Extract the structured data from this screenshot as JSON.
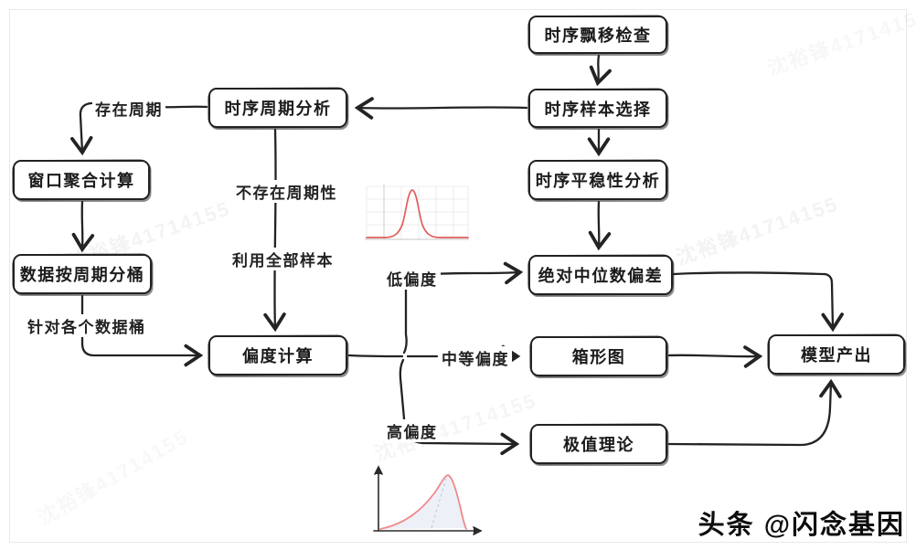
{
  "canvas": {
    "brand": "头条 @闪念基因",
    "watermark": "沈裕锋41714155"
  },
  "colors": {
    "ink": "#232323",
    "background": "#ffffff",
    "card_border": "#e9e9e9",
    "normal_curve_red": "#e25c5c",
    "skew_curve_red": "#ef8a8a",
    "skew_fill": "#edf1f7",
    "grid_gray": "#e4e4e4"
  },
  "nodes": [
    {
      "id": "drift-check",
      "label": "时序飘移检查"
    },
    {
      "id": "sample-select",
      "label": "时序样本选择"
    },
    {
      "id": "period-analysis",
      "label": "时序周期分析"
    },
    {
      "id": "window-aggregation",
      "label": "窗口聚合计算"
    },
    {
      "id": "period-bucketing",
      "label": "数据按周期分桶"
    },
    {
      "id": "skewness-calc",
      "label": "偏度计算"
    },
    {
      "id": "stationarity",
      "label": "时序平稳性分析"
    },
    {
      "id": "mad",
      "label": "绝对中位数偏差"
    },
    {
      "id": "boxplot",
      "label": "箱形图"
    },
    {
      "id": "evt",
      "label": "极值理论"
    },
    {
      "id": "model-output",
      "label": "模型产出"
    }
  ],
  "edge_labels": [
    {
      "id": "has-period",
      "text": "存在周期"
    },
    {
      "id": "no-period",
      "text": "不存在周期性"
    },
    {
      "id": "all-samples",
      "text": "利用全部样本"
    },
    {
      "id": "per-bucket",
      "text": "针对各个数据桶"
    },
    {
      "id": "low-skew",
      "text": "低偏度"
    },
    {
      "id": "medium-skew",
      "text": "中等偏度"
    },
    {
      "id": "high-skew",
      "text": "高偏度"
    }
  ],
  "chart_data": [
    {
      "id": "normal-distribution-inset",
      "type": "line",
      "title": "",
      "xlabel": "",
      "ylabel": "",
      "grid": true,
      "series": [
        {
          "name": "symmetric-bell-curve",
          "color": "#e25c5c"
        }
      ],
      "notes_visible_text": ""
    },
    {
      "id": "right-skewed-distribution-inset",
      "type": "area",
      "title": "",
      "xlabel": "",
      "ylabel": "",
      "grid": false,
      "series": [
        {
          "name": "skewed-curve",
          "color": "#ef8a8a",
          "fill": "#edf1f7"
        }
      ],
      "notes_visible_text": ""
    }
  ]
}
